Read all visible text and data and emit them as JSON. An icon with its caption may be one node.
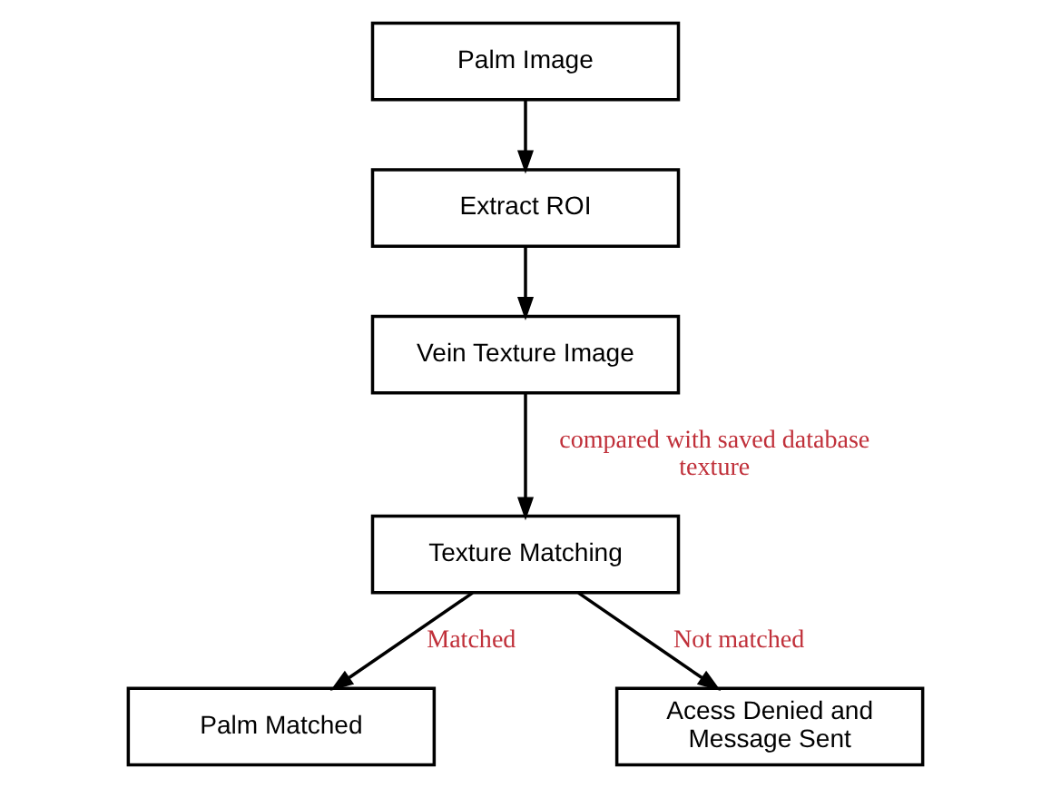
{
  "diagram": {
    "nodes": [
      {
        "text": [
          "Palm Image"
        ]
      },
      {
        "text": [
          "Extract ROI"
        ]
      },
      {
        "text": [
          "Vein Texture Image"
        ]
      },
      {
        "text": [
          "Texture Matching"
        ]
      },
      {
        "text": [
          "Palm Matched"
        ]
      },
      {
        "text": [
          "Acess Denied and Message Sent"
        ]
      }
    ],
    "edges": [
      {
        "from": 0,
        "to": 1,
        "arrow": "to"
      },
      {
        "from": 1,
        "to": 2,
        "arrow": "to"
      },
      {
        "from": 2,
        "to": 3,
        "arrow": "to",
        "label": "compared with saved database texture"
      },
      {
        "from": 3,
        "to": 4,
        "arrow": "to",
        "label": "Matched"
      },
      {
        "from": 3,
        "to": 5,
        "arrow": "to",
        "label": "Not matched"
      }
    ]
  }
}
